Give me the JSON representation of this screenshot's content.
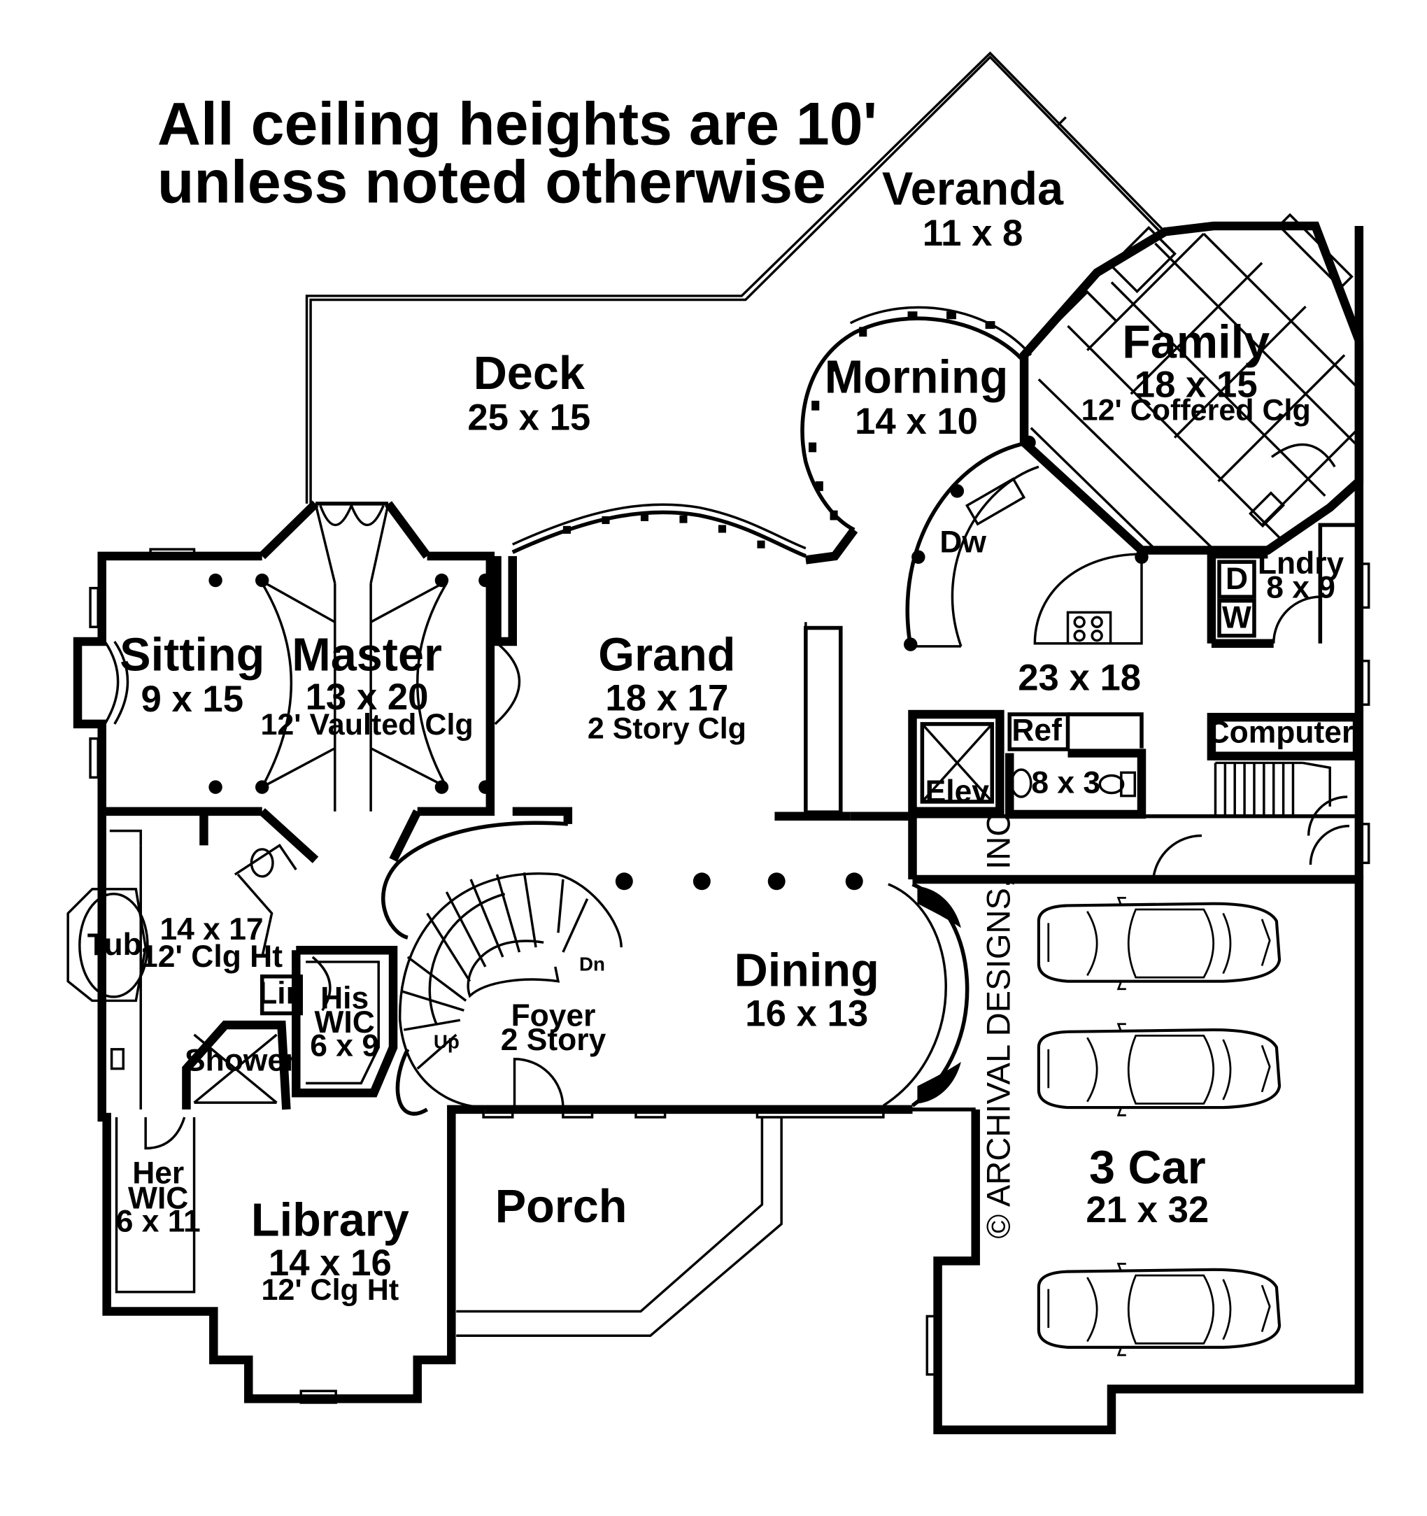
{
  "header": {
    "line1": "All ceiling heights are 10'",
    "line2": "unless noted otherwise"
  },
  "rooms": {
    "veranda": {
      "name": "Veranda",
      "dims": "11 x 8"
    },
    "family": {
      "name": "Family",
      "dims": "18 x 15",
      "note": "12' Coffered Clg"
    },
    "deck": {
      "name": "Deck",
      "dims": "25 x 15"
    },
    "morning": {
      "name": "Morning",
      "dims": "14 x 10"
    },
    "kitchen": {
      "dims": "23 x 18",
      "dw": "Dw",
      "ref": "Ref"
    },
    "laundry": {
      "name": "Lndry",
      "dims": "8 x 9",
      "dryer": "D",
      "washer": "W"
    },
    "computer": {
      "name": "Computer"
    },
    "elevator": {
      "name": "Elev"
    },
    "powder": {
      "dims": "8 x 3"
    },
    "sitting": {
      "name": "Sitting",
      "dims": "9 x 15"
    },
    "master": {
      "name": "Master",
      "dims": "13 x 20",
      "note": "12' Vaulted Clg"
    },
    "grand": {
      "name": "Grand",
      "dims": "18 x 17",
      "note": "2 Story Clg"
    },
    "bath": {
      "dims": "14 x 17",
      "note": "12' Clg Ht",
      "tub": "Tub",
      "lin": "Lin",
      "shower": "Shower"
    },
    "his_wic": {
      "line1": "His",
      "line2": "WIC",
      "dims": "6 x 9"
    },
    "her_wic": {
      "line1": "Her",
      "line2": "WIC",
      "dims": "6 x 11"
    },
    "foyer": {
      "name": "Foyer",
      "note": "2 Story",
      "up": "Up",
      "dn": "Dn"
    },
    "dining": {
      "name": "Dining",
      "dims": "16 x 13"
    },
    "library": {
      "name": "Library",
      "dims": "14 x 16",
      "note": "12' Clg Ht"
    },
    "porch": {
      "name": "Porch"
    },
    "garage": {
      "name": "3 Car",
      "dims": "21 x 32"
    }
  },
  "copyright": "© ARCHIVAL DESIGNS, INC."
}
